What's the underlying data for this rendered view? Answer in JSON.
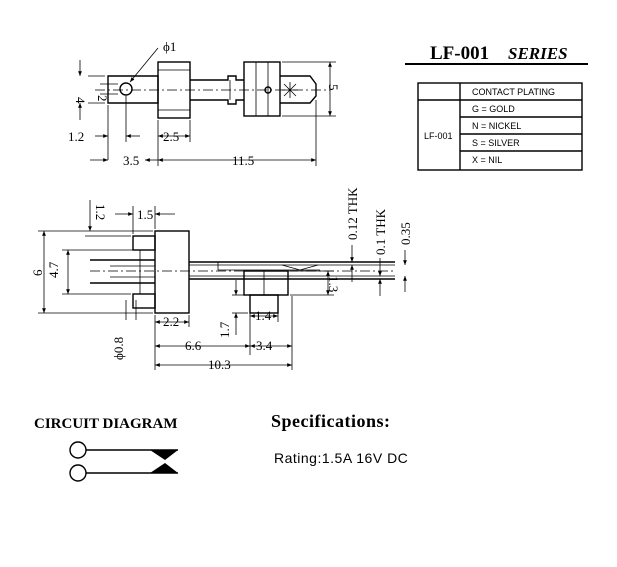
{
  "series": {
    "model": "LF-001",
    "suffix": "SERIES"
  },
  "plating_table": {
    "header": "CONTACT PLATING",
    "row_label": "LF-001",
    "options": [
      "G = GOLD",
      "N = NICKEL",
      "S = SILVER",
      "X = NIL"
    ]
  },
  "top_view_dims": {
    "hole_dia": "ϕ1",
    "height": "4",
    "inner_height": "2",
    "right_height": "5",
    "pin_offset": "1.2",
    "body_width": "2.5",
    "left_length": "3.5",
    "total_length": "11.5"
  },
  "side_view_dims": {
    "top_offset": "1.2",
    "top_width": "1.5",
    "total_height": "6",
    "inner_height": "4.7",
    "thk_top": "0.12 THK",
    "thk_bottom": "0.1 THK",
    "gap": "0.35",
    "step_height": "1.3",
    "pin_dia": "ϕ0.8",
    "base_width": "2.2",
    "foot_height": "1.7",
    "foot_width": "1.4",
    "pin_length": "6.6",
    "contact_length": "3.4",
    "overall_length": "10.3"
  },
  "circuit": {
    "title": "CIRCUIT DIAGRAM"
  },
  "specifications": {
    "title": "Specifications:",
    "rating": "Rating:1.5A 16V DC"
  }
}
